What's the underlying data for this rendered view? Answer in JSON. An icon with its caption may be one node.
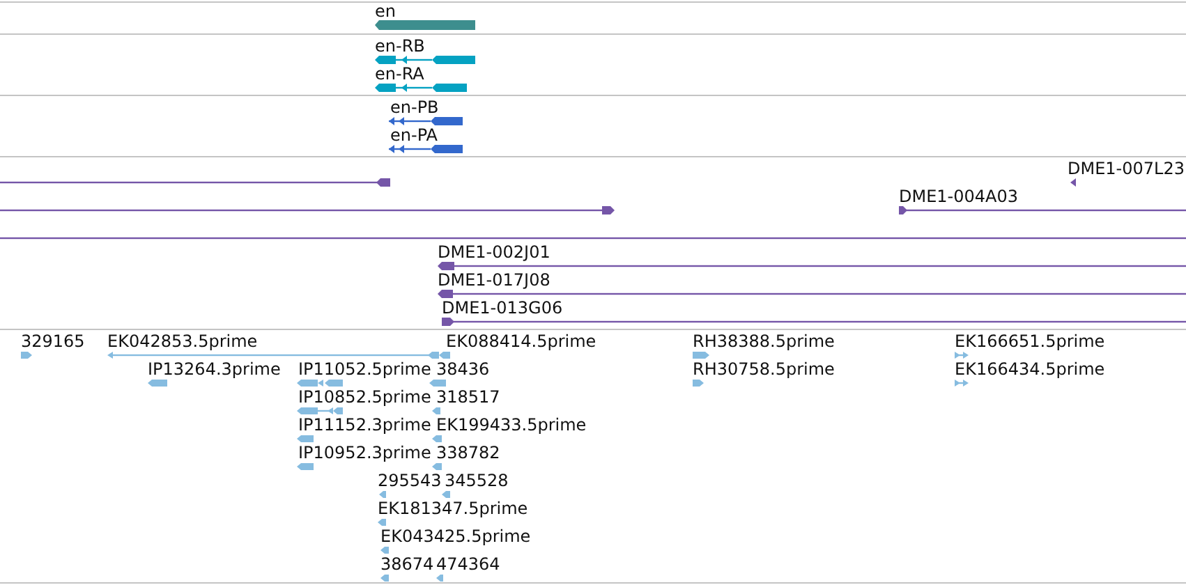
{
  "diagram": {
    "nodes": [
      {
        "text": [
          "en"
        ]
      },
      {
        "text": [
          "en-RB"
        ]
      },
      {
        "text": [
          "en-RA"
        ]
      },
      {
        "text": [
          "en-PB"
        ]
      },
      {
        "text": [
          "en-PA"
        ]
      },
      {
        "text": [],
        "shape": "bar"
      },
      {
        "text": [
          "DME1-007L23"
        ]
      },
      {
        "text": [],
        "shape": "bar"
      },
      {
        "text": [
          "DME1-004A03"
        ]
      },
      {
        "text": [],
        "shape": "bar"
      },
      {
        "text": [
          "DME1-002J01"
        ]
      },
      {
        "text": [
          "DME1-017J08"
        ]
      },
      {
        "text": [
          "DME1-013G06"
        ]
      },
      {
        "text": [
          "329165"
        ]
      },
      {
        "text": [
          "EK042853.5prime"
        ]
      },
      {
        "text": [
          "EK088414.5prime"
        ]
      },
      {
        "text": [
          "RH38388.5prime"
        ]
      },
      {
        "text": [
          "EK166651.5prime"
        ]
      },
      {
        "text": [
          "IP13264.3prime"
        ]
      },
      {
        "text": [
          "IP11052.5prime"
        ]
      },
      {
        "text": [
          "38436"
        ]
      },
      {
        "text": [
          "RH30758.5prime"
        ]
      },
      {
        "text": [
          "EK166434.5prime"
        ]
      },
      {
        "text": [
          "IP10852.5prime"
        ]
      },
      {
        "text": [
          "318517"
        ]
      },
      {
        "text": [
          "IP11152.3prime"
        ]
      },
      {
        "text": [
          "EK199433.5prime"
        ]
      },
      {
        "text": [
          "IP10952.3prime"
        ]
      },
      {
        "text": [
          "338782"
        ]
      },
      {
        "text": [
          "295543"
        ]
      },
      {
        "text": [
          "345528"
        ]
      },
      {
        "text": [
          "EK181347.5prime"
        ]
      },
      {
        "text": [
          "EK043425.5prime"
        ]
      },
      {
        "text": [
          "38674"
        ]
      },
      {
        "text": [
          "474364"
        ]
      }
    ]
  }
}
